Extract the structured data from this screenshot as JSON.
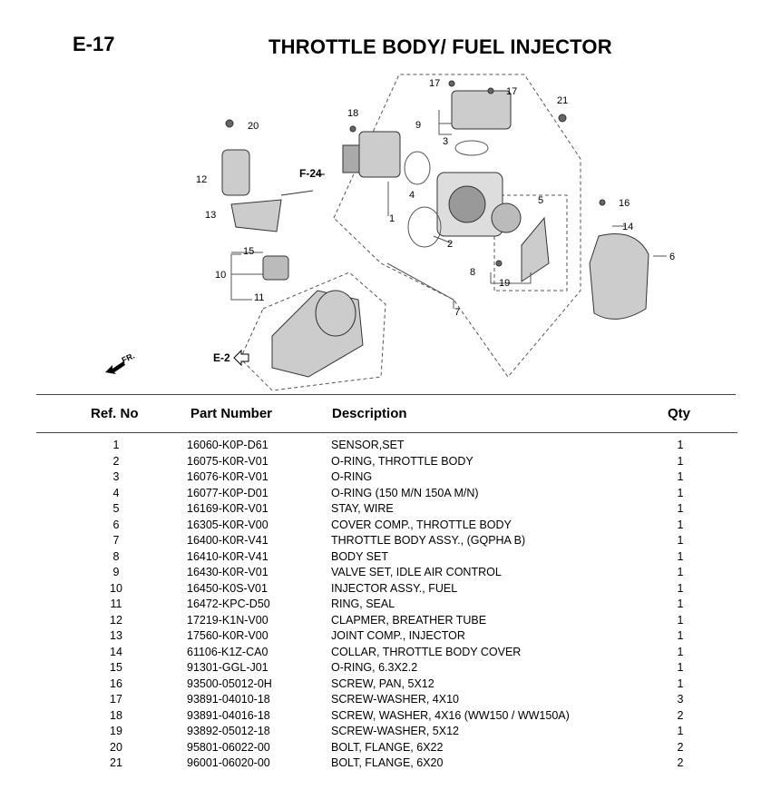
{
  "header": {
    "code": "E-17",
    "title": "THROTTLE BODY/ FUEL INJECTOR"
  },
  "diagram": {
    "callouts": [
      "17",
      "17",
      "21",
      "18",
      "20",
      "9",
      "3",
      "12",
      "4",
      "5",
      "16",
      "13",
      "1",
      "14",
      "2",
      "6",
      "15",
      "10",
      "8",
      "19",
      "11",
      "7"
    ],
    "refs": {
      "f24": "F-24",
      "e2": "E-2",
      "front": "FR."
    }
  },
  "table": {
    "headers": {
      "ref": "Ref. No",
      "part": "Part Number",
      "desc": "Description",
      "qty": "Qty"
    },
    "rows": [
      {
        "ref": "1",
        "part": "16060-K0P-D61",
        "desc": "SENSOR,SET",
        "qty": "1"
      },
      {
        "ref": "2",
        "part": "16075-K0R-V01",
        "desc": "O-RING, THROTTLE BODY",
        "qty": "1"
      },
      {
        "ref": "3",
        "part": "16076-K0R-V01",
        "desc": "O-RING",
        "qty": "1"
      },
      {
        "ref": "4",
        "part": "16077-K0P-D01",
        "desc": "O-RING (150 M/N 150A M/N)",
        "qty": "1"
      },
      {
        "ref": "5",
        "part": "16169-K0R-V01",
        "desc": "STAY, WIRE",
        "qty": "1"
      },
      {
        "ref": "6",
        "part": "16305-K0R-V00",
        "desc": "COVER COMP., THROTTLE BODY",
        "qty": "1"
      },
      {
        "ref": "7",
        "part": "16400-K0R-V41",
        "desc": "THROTTLE BODY ASSY., (GQPHA B)",
        "qty": "1"
      },
      {
        "ref": "8",
        "part": "16410-K0R-V41",
        "desc": "BODY SET",
        "qty": "1"
      },
      {
        "ref": "9",
        "part": "16430-K0R-V01",
        "desc": "VALVE SET, IDLE AIR CONTROL",
        "qty": "1"
      },
      {
        "ref": "10",
        "part": "16450-K0S-V01",
        "desc": "INJECTOR ASSY., FUEL",
        "qty": "1"
      },
      {
        "ref": "11",
        "part": "16472-KPC-D50",
        "desc": "RING, SEAL",
        "qty": "1"
      },
      {
        "ref": "12",
        "part": "17219-K1N-V00",
        "desc": "CLAPMER, BREATHER TUBE",
        "qty": "1"
      },
      {
        "ref": "13",
        "part": "17560-K0R-V00",
        "desc": "JOINT COMP., INJECTOR",
        "qty": "1"
      },
      {
        "ref": "14",
        "part": "61106-K1Z-CA0",
        "desc": "COLLAR, THROTTLE BODY COVER",
        "qty": "1"
      },
      {
        "ref": "15",
        "part": "91301-GGL-J01",
        "desc": "O-RING, 6.3X2.2",
        "qty": "1"
      },
      {
        "ref": "16",
        "part": "93500-05012-0H",
        "desc": "SCREW, PAN, 5X12",
        "qty": "1"
      },
      {
        "ref": "17",
        "part": "93891-04010-18",
        "desc": "SCREW-WASHER, 4X10",
        "qty": "3"
      },
      {
        "ref": "18",
        "part": "93891-04016-18",
        "desc": "SCREW, WASHER, 4X16 (WW150 / WW150A)",
        "qty": "2"
      },
      {
        "ref": "19",
        "part": "93892-05012-18",
        "desc": "SCREW-WASHER, 5X12",
        "qty": "1"
      },
      {
        "ref": "20",
        "part": "95801-06022-00",
        "desc": "BOLT, FLANGE, 6X22",
        "qty": "2"
      },
      {
        "ref": "21",
        "part": "96001-06020-00",
        "desc": "BOLT, FLANGE, 6X20",
        "qty": "2"
      }
    ]
  }
}
